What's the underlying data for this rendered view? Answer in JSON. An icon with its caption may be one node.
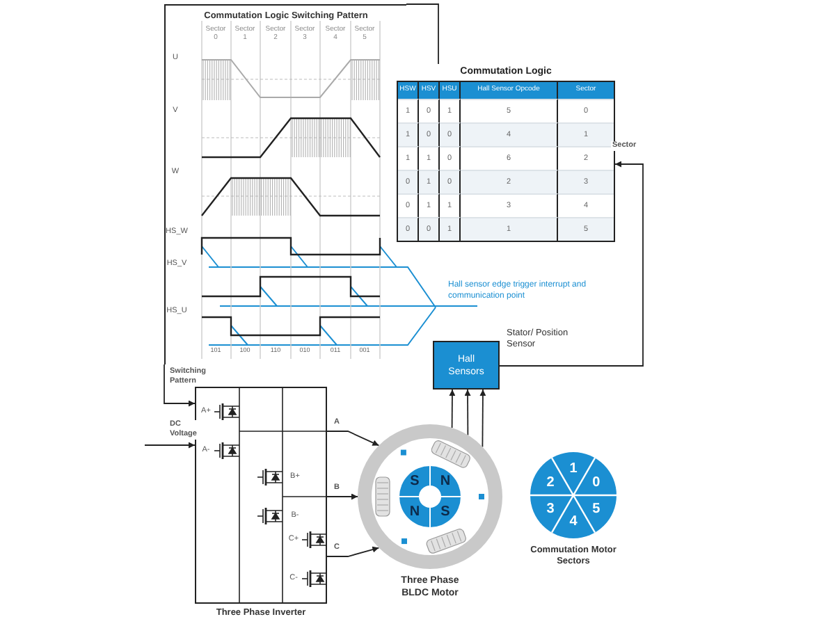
{
  "diagram": {
    "nodes": [
      {
        "text": [
          "Commutation Logic Switching Pattern"
        ]
      },
      {
        "text": [
          "Commutation Logic"
        ]
      },
      {
        "text": [
          "Hall Sensors"
        ],
        "beside": [
          "Stator/ Position Sensor"
        ]
      },
      {
        "text": [
          "Three Phase Inverter"
        ]
      },
      {
        "text": [
          "Three Phase BLDC Motor"
        ]
      },
      {
        "text": [
          "Commutation Motor Sectors"
        ]
      }
    ],
    "edges": [
      {
        "from": 0,
        "to": 3,
        "arrow": "to",
        "label": "Switching Pattern"
      },
      {
        "from": null,
        "to": 3,
        "arrow": "to",
        "label": "DC Voltage"
      },
      {
        "from": 3,
        "to": 4,
        "arrow": "to",
        "label": "A"
      },
      {
        "from": 3,
        "to": 4,
        "arrow": "to",
        "label": "B"
      },
      {
        "from": 3,
        "to": 4,
        "arrow": "to",
        "label": "C"
      },
      {
        "from": 4,
        "to": 2,
        "arrow": "to"
      },
      {
        "from": 4,
        "to": 2,
        "arrow": "to"
      },
      {
        "from": 4,
        "to": 2,
        "arrow": "to"
      },
      {
        "from": 2,
        "to": 1,
        "arrow": "to",
        "label": "Sector"
      },
      {
        "from": 1,
        "to": 0,
        "arrow": "none"
      }
    ],
    "labels": [
      "Sector 0",
      "Sector 1",
      "Sector 2",
      "Sector 3",
      "Sector 4",
      "Sector 5",
      "U",
      "V",
      "W",
      "HS_W",
      "HS_V",
      "HS_U",
      "101",
      "100",
      "110",
      "010",
      "011",
      "001",
      "Hall sensor edge trigger interrupt and communication point",
      "HSW",
      "HSV",
      "HSU",
      "Hall Sensor Opcode",
      "Sector",
      "1",
      "0",
      "1",
      "5",
      "0",
      "1",
      "0",
      "0",
      "4",
      "1",
      "1",
      "1",
      "0",
      "6",
      "2",
      "0",
      "1",
      "0",
      "2",
      "3",
      "0",
      "1",
      "1",
      "3",
      "4",
      "0",
      "0",
      "1",
      "1",
      "5",
      "A+",
      "A-",
      "B+",
      "B-",
      "C+",
      "C-",
      "S",
      "N",
      "N",
      "S",
      "1",
      "0",
      "5",
      "4",
      "3",
      "2"
    ]
  }
}
